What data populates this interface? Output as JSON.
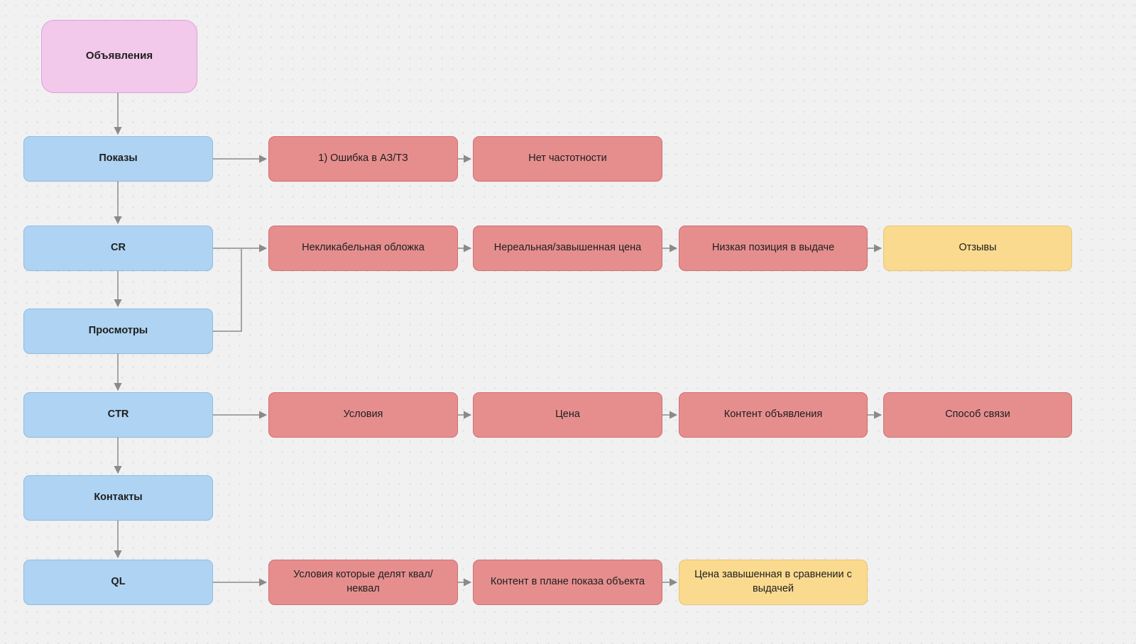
{
  "diagram": {
    "nodes": {
      "root": {
        "label": "Объявления",
        "type": "pink"
      },
      "pokazy": {
        "label": "Показы",
        "type": "blue"
      },
      "cr": {
        "label": "CR",
        "type": "blue"
      },
      "prosmotry": {
        "label": "Просмотры",
        "type": "blue"
      },
      "ctr": {
        "label": "CTR",
        "type": "blue"
      },
      "kontakty": {
        "label": "Контакты",
        "type": "blue"
      },
      "ql": {
        "label": "QL",
        "type": "blue"
      },
      "r1c1": {
        "label": "1) Ошибка в АЗ/ТЗ",
        "type": "red"
      },
      "r1c2": {
        "label": "Нет частотности",
        "type": "red"
      },
      "r2c1": {
        "label": "Некликабельная обложка",
        "type": "red"
      },
      "r2c2": {
        "label": "Нереальная/завышенная цена",
        "type": "red"
      },
      "r2c3": {
        "label": "Низкая позиция в выдаче",
        "type": "red"
      },
      "r2c4": {
        "label": "Отзывы",
        "type": "yellow"
      },
      "r3c1": {
        "label": "Условия",
        "type": "red"
      },
      "r3c2": {
        "label": "Цена",
        "type": "red"
      },
      "r3c3": {
        "label": "Контент объявления",
        "type": "red"
      },
      "r3c4": {
        "label": "Способ связи",
        "type": "red"
      },
      "r4c1": {
        "label": "Условия которые делят квал/неквал",
        "type": "red"
      },
      "r4c2": {
        "label": "Контент в плане показа объекта",
        "type": "red"
      },
      "r4c3": {
        "label": "Цена завышенная в сравнении с выдачей",
        "type": "yellow"
      }
    },
    "edges": [
      {
        "from": "root",
        "to": "pokazy"
      },
      {
        "from": "pokazy",
        "to": "cr"
      },
      {
        "from": "cr",
        "to": "prosmotry"
      },
      {
        "from": "prosmotry",
        "to": "ctr"
      },
      {
        "from": "ctr",
        "to": "kontakty"
      },
      {
        "from": "kontakty",
        "to": "ql"
      },
      {
        "from": "pokazy",
        "to": "r1c1"
      },
      {
        "from": "r1c1",
        "to": "r1c2"
      },
      {
        "from": "cr",
        "to": "r2c1"
      },
      {
        "from": "prosmotry",
        "to": "r2c1"
      },
      {
        "from": "r2c1",
        "to": "r2c2"
      },
      {
        "from": "r2c2",
        "to": "r2c3"
      },
      {
        "from": "r2c3",
        "to": "r2c4"
      },
      {
        "from": "ctr",
        "to": "r3c1"
      },
      {
        "from": "r3c1",
        "to": "r3c2"
      },
      {
        "from": "r3c2",
        "to": "r3c3"
      },
      {
        "from": "r3c3",
        "to": "r3c4"
      },
      {
        "from": "ql",
        "to": "r4c1"
      },
      {
        "from": "r4c1",
        "to": "r4c2"
      },
      {
        "from": "r4c2",
        "to": "r4c3"
      }
    ],
    "colors": {
      "background": "#f1f1f2",
      "grid_dot": "#dcdcde",
      "connector": "#8a8a8a",
      "pink_fill": "#f2c8eb",
      "pink_border": "#dfa3d6",
      "blue_fill": "#afd3f2",
      "blue_border": "#8fbce4",
      "red_fill": "#e68e8e",
      "red_border": "#d06f6f",
      "yellow_fill": "#fada8f",
      "yellow_border": "#e9c671",
      "text": "#1e1e1e"
    }
  }
}
